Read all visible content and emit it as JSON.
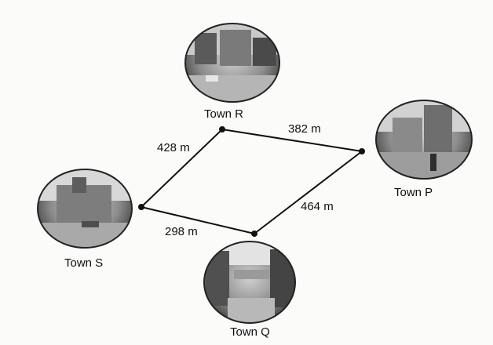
{
  "towns": {
    "R": {
      "label": "Town R"
    },
    "P": {
      "label": "Town P"
    },
    "S": {
      "label": "Town S"
    },
    "Q": {
      "label": "Town Q"
    }
  },
  "distances": {
    "SR": "428 m",
    "RP": "382 m",
    "PQ": "464 m",
    "SQ": "298 m"
  },
  "colors": {
    "line": "#111111",
    "photo_dark": "#3a3a3a",
    "photo_mid": "#8a8a8a",
    "photo_light": "#d8d8d8"
  }
}
